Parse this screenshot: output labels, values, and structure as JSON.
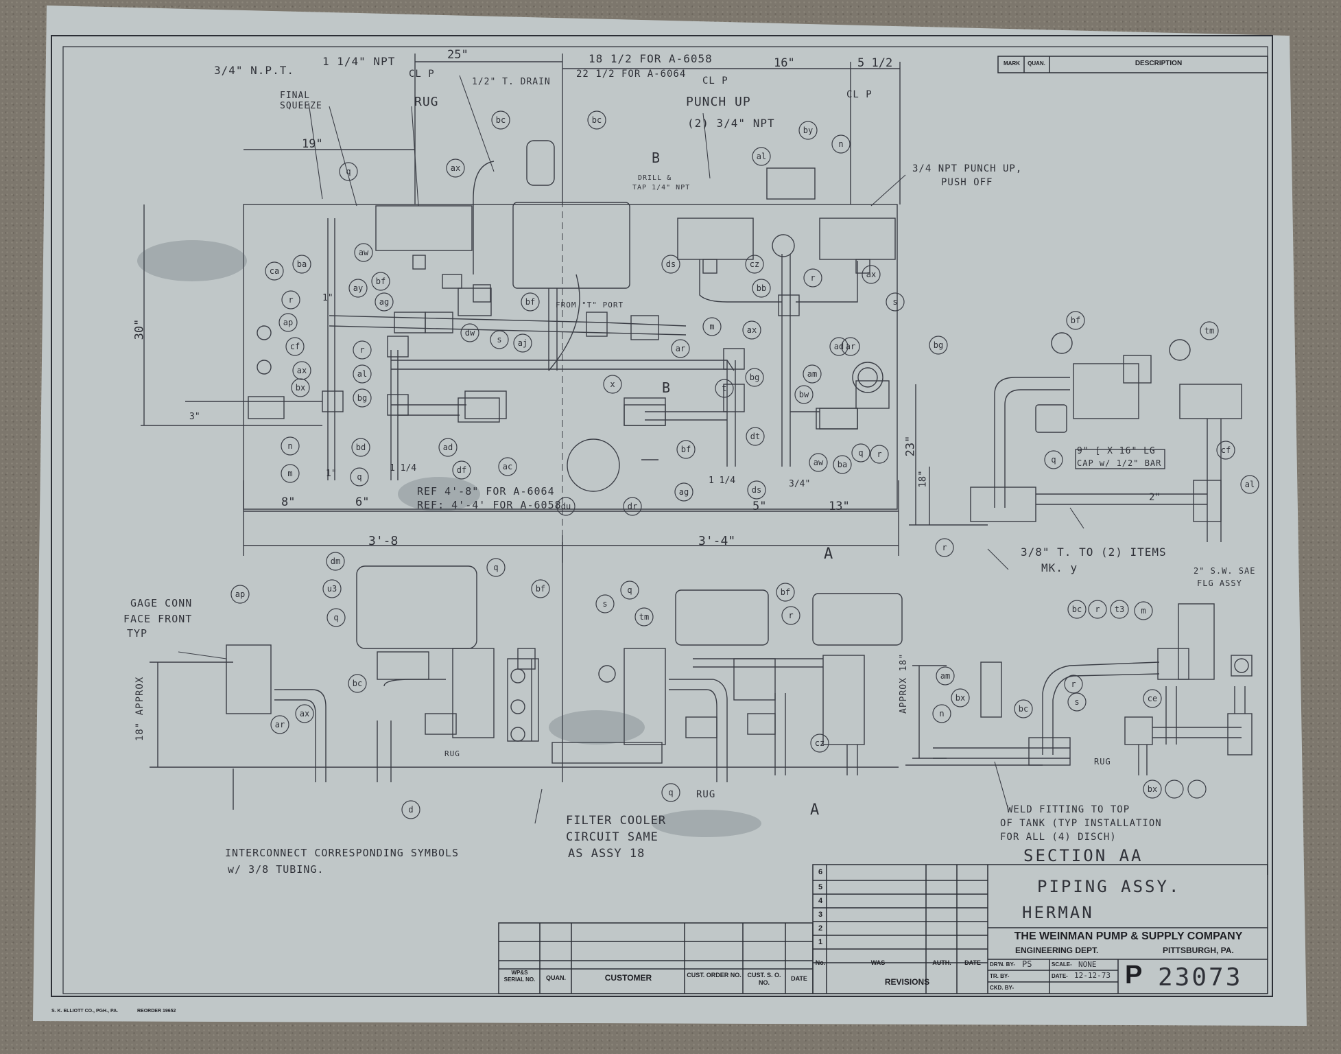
{
  "drawing": {
    "title_lines": [
      "PIPING ASSY.",
      "HERMAN"
    ],
    "company": "THE WEINMAN PUMP & SUPPLY COMPANY",
    "department": "ENGINEERING DEPT.",
    "city": "PITTSBURGH, PA.",
    "drawn_by_label": "DR'N. BY-",
    "drawn_by": "PS",
    "scale_label": "SCALE-",
    "scale": "NONE",
    "traced_by_label": "TR. BY-",
    "checked_by_label": "CKD. BY-",
    "date_label": "DATE-",
    "date": "12-12-73",
    "number_prefix": "P",
    "number": "23073",
    "printer_note": "S. K. ELLIOTT CO., PGH., PA.",
    "reorder_note": "REORDER 19652"
  },
  "mark_table": {
    "headers": [
      "MARK",
      "QUAN.",
      "DESCRIPTION"
    ]
  },
  "revisions": {
    "numbers": [
      "6",
      "5",
      "4",
      "3",
      "2",
      "1"
    ],
    "headers": [
      "No.",
      "WAS",
      "AUTH.",
      "DATE"
    ],
    "footer": "REVISIONS"
  },
  "order_table": {
    "headers": [
      "WP&S SERIAL NO.",
      "QUAN.",
      "CUSTOMER",
      "CUST. ORDER NO.",
      "CUST. S. O. NO.",
      "DATE"
    ]
  },
  "notes": {
    "npt_34": "3/4\" N.P.T.",
    "npt_114": "1 1/4\" NPT",
    "final_squeeze": "FINAL SQUEEZE",
    "rug": "RUG",
    "t_drain": "1/2\" T. DRAIN",
    "for_6058": "18 1/2 FOR A-6058",
    "for_6064": "22 1/2 FOR A-6064",
    "punch_up": "PUNCH UP",
    "punch_up_npt": "(2) 3/4\" NPT",
    "punch_up_push_off_1": "3/4 NPT PUNCH UP,",
    "punch_up_push_off_2": "PUSH OFF",
    "drill_tap_1": "DRILL &",
    "drill_tap_2": "TAP 1/4\" NPT",
    "from_t_port": "FROM \"T\" PORT",
    "ref_6064": "REF 4'-8\" FOR A-6064",
    "ref_6058": "REF: 4'-4' FOR A-6058",
    "cap_bar_1": "9\" [ X 16\" LG",
    "cap_bar_2": "CAP w/ 1/2\" BAR",
    "t_to_items_1": "3/8\" T. TO (2) ITEMS",
    "t_to_items_2": "MK. y",
    "flg_assy_1": "2\" S.W. SAE",
    "flg_assy_2": "FLG ASSY",
    "gage_conn_1": "GAGE CONN",
    "gage_conn_2": "FACE FRONT",
    "gage_conn_3": "TYP",
    "filter_1": "FILTER COOLER",
    "filter_2": "CIRCUIT SAME",
    "filter_3": "AS ASSY 18",
    "interconnect_1": "INTERCONNECT CORRESPONDING SYMBOLS",
    "interconnect_2": "w/ 3/8 TUBING.",
    "weld_1": "WELD FITTING TO TOP",
    "weld_2": "OF TANK (TYP INSTALLATION",
    "weld_3": "FOR ALL (4) DISCH)",
    "section_aa": "SECTION AA",
    "approx": "APPROX 18\"",
    "approx_left": "18\" APPROX"
  },
  "dimensions": {
    "d25": "25\"",
    "d16": "16\"",
    "d5h": "5 1/2",
    "d19": "19\"",
    "d30": "30\"",
    "d3": "3\"",
    "d8": "8\"",
    "d6": "6\"",
    "d5": "5\"",
    "d13": "13\"",
    "d38": "3'-8",
    "d34": "3'-4\"",
    "d23": "23\"",
    "d18": "18\"",
    "d2": "2\"",
    "d1": "1\"",
    "d1b": "1\"",
    "d114a": "1 1/4",
    "d114b": "1 1/4",
    "d34b": "3/4\""
  },
  "section_marks": {
    "b": "B",
    "a": "A",
    "cl": "CL P"
  },
  "bubbles": [
    "q",
    "ba",
    "ca",
    "aw",
    "ay",
    "ag",
    "bf",
    "r",
    "ap",
    "cf",
    "ax",
    "bx",
    "n",
    "m",
    "bc",
    "ax",
    "dw",
    "s",
    "aj",
    "bf",
    "r",
    "al",
    "bg",
    "bd",
    "q",
    "ad",
    "df",
    "ac",
    "du",
    "dr",
    "ag",
    "x",
    "ar",
    "bf",
    "bc",
    "ds",
    "cz",
    "bb",
    "r",
    "al",
    "by",
    "n",
    "m",
    "ax",
    "bg",
    "t",
    "dt",
    "ds",
    "ax",
    "s",
    "ad",
    "am",
    "bw",
    "aw",
    "ba",
    "q",
    "r",
    "ar",
    "bg",
    "bf",
    "tm",
    "cf",
    "al",
    "r",
    "q",
    "ap",
    "dm",
    "u3",
    "q",
    "bc",
    "ax",
    "ar",
    "q",
    "bf",
    "s",
    "q",
    "tm",
    "d",
    "q",
    "bf",
    "r",
    "cz",
    "bc",
    "r",
    "t3",
    "m",
    "n",
    "bx",
    "am",
    "bc",
    "r",
    "s",
    "ce",
    "bx"
  ]
}
